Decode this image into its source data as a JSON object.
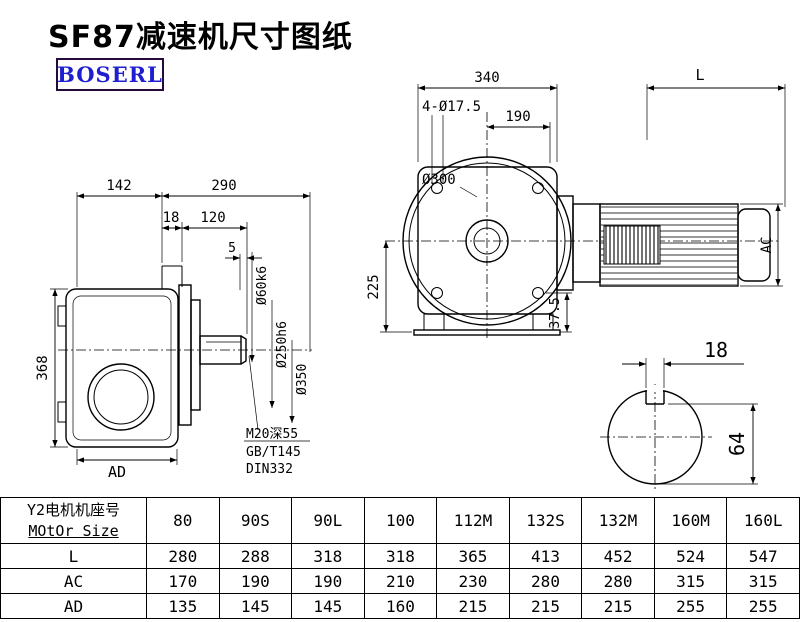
{
  "page": {
    "title": "SF87减速机尺寸图纸",
    "brand": "BOSERL"
  },
  "front_view": {
    "dim_340": "340",
    "dim_L": "L",
    "bolt_holes": "4-Ø17.5",
    "dim_190": "190",
    "dim_300": "Ø300",
    "dim_225": "225",
    "dim_37_5": "37.5",
    "dim_AC": "AC"
  },
  "side_view": {
    "dim_142": "142",
    "dim_290": "290",
    "dim_18": "18",
    "dim_120": "120",
    "dim_5": "5",
    "dim_368": "368",
    "dim_AD": "AD",
    "shaft_dia": "Ø60k6",
    "spigot_dia": "Ø250h6",
    "flange_dia": "Ø350",
    "tapped_hole": "M20深55",
    "standard_1": "GB/T145",
    "standard_2": "DIN332"
  },
  "shaft_section": {
    "dim_18": "18",
    "dim_64": "64"
  },
  "table": {
    "header_line1": "Y2电机机座号",
    "header_line2": "MOtOr Size",
    "sizes": [
      "80",
      "90S",
      "90L",
      "100",
      "112M",
      "132S",
      "132M",
      "160M",
      "160L"
    ],
    "rows": [
      {
        "label": "L",
        "values": [
          "280",
          "288",
          "318",
          "318",
          "365",
          "413",
          "452",
          "524",
          "547"
        ]
      },
      {
        "label": "AC",
        "values": [
          "170",
          "190",
          "190",
          "210",
          "230",
          "280",
          "280",
          "315",
          "315"
        ]
      },
      {
        "label": "AD",
        "values": [
          "135",
          "145",
          "145",
          "160",
          "215",
          "215",
          "215",
          "255",
          "255"
        ]
      }
    ]
  }
}
